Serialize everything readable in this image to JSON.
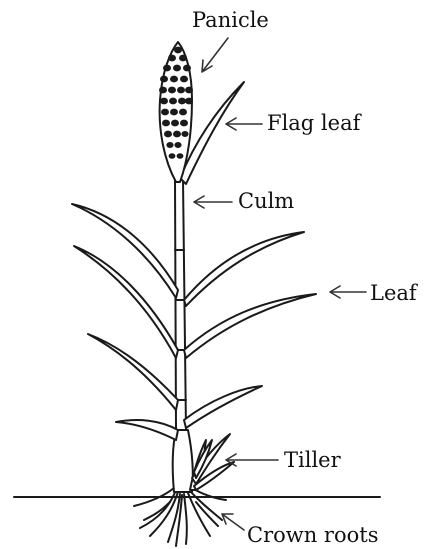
{
  "labels": {
    "panicle": "Panicle",
    "flag_leaf": "Flag leaf",
    "culm": "Culm",
    "leaf": "Leaf",
    "tiller": "Tiller",
    "crown_roots": "Crown roots"
  },
  "colors": {
    "ink": "#1a1a1a",
    "background": "#ffffff"
  }
}
